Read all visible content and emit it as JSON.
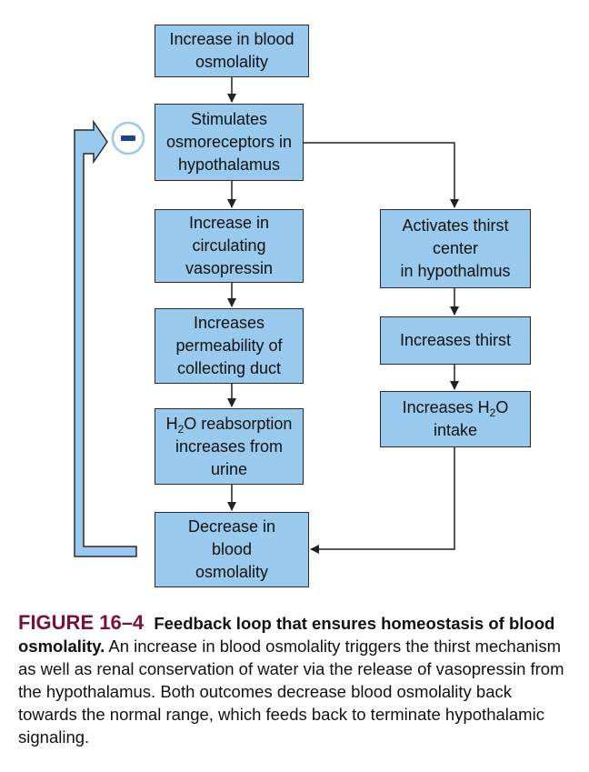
{
  "boxes": {
    "increase_blood_osmolality": [
      "Increase in blood",
      "osmolality"
    ],
    "stimulates_osmoreceptors": [
      "Stimulates",
      "osmoreceptors in",
      "hypothalamus"
    ],
    "increase_vasopressin": [
      "Increase in",
      "circulating",
      "vasopressin"
    ],
    "increases_permeability": [
      "Increases",
      "permeability of",
      "collecting duct"
    ],
    "h2o_reabsorption": {
      "line1_h": "H",
      "line1_sub": "2",
      "line1_rest": "O reabsorption",
      "line2": "increases from",
      "line3": "urine"
    },
    "decrease_blood_osmolality": [
      "Decrease in",
      "blood",
      "osmolality"
    ],
    "activates_thirst_center": [
      "Activates thirst",
      "center",
      "in hypothalmus"
    ],
    "increases_thirst": [
      "Increases thirst"
    ],
    "increases_h2o_intake": {
      "line1_pre": "Increases H",
      "line1_sub": "2",
      "line1_rest": "O",
      "line2": "intake"
    }
  },
  "feedback_symbol": "−",
  "caption": {
    "figure_number": "FIGURE 16–4",
    "title": "Feedback loop that ensures homeostasis of blood osmolality.",
    "body": "An increase in blood osmolality triggers the thirst mechanism as well as renal conservation of water via the release of vasopressin from the hypothalamus. Both outcomes decrease blood osmolality back towards the normal range, which feeds back to terminate hypothalamic signaling."
  },
  "colors": {
    "box_fill": "#99c9ec",
    "box_border": "#2b2b2b",
    "feedback_arrow": "#99c9ec",
    "figure_number": "#7a1236"
  }
}
